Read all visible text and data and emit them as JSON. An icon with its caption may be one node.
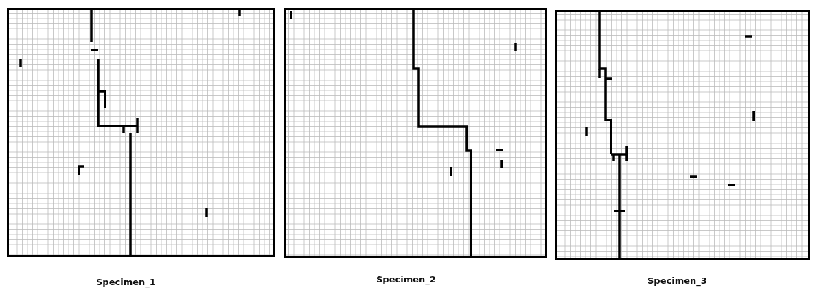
{
  "diagram": {
    "nodes": [
      {
        "text": [
          "Specimen_1"
        ]
      },
      {
        "text": [
          "Specimen_2"
        ]
      },
      {
        "text": [
          "Specimen_3"
        ]
      }
    ]
  }
}
